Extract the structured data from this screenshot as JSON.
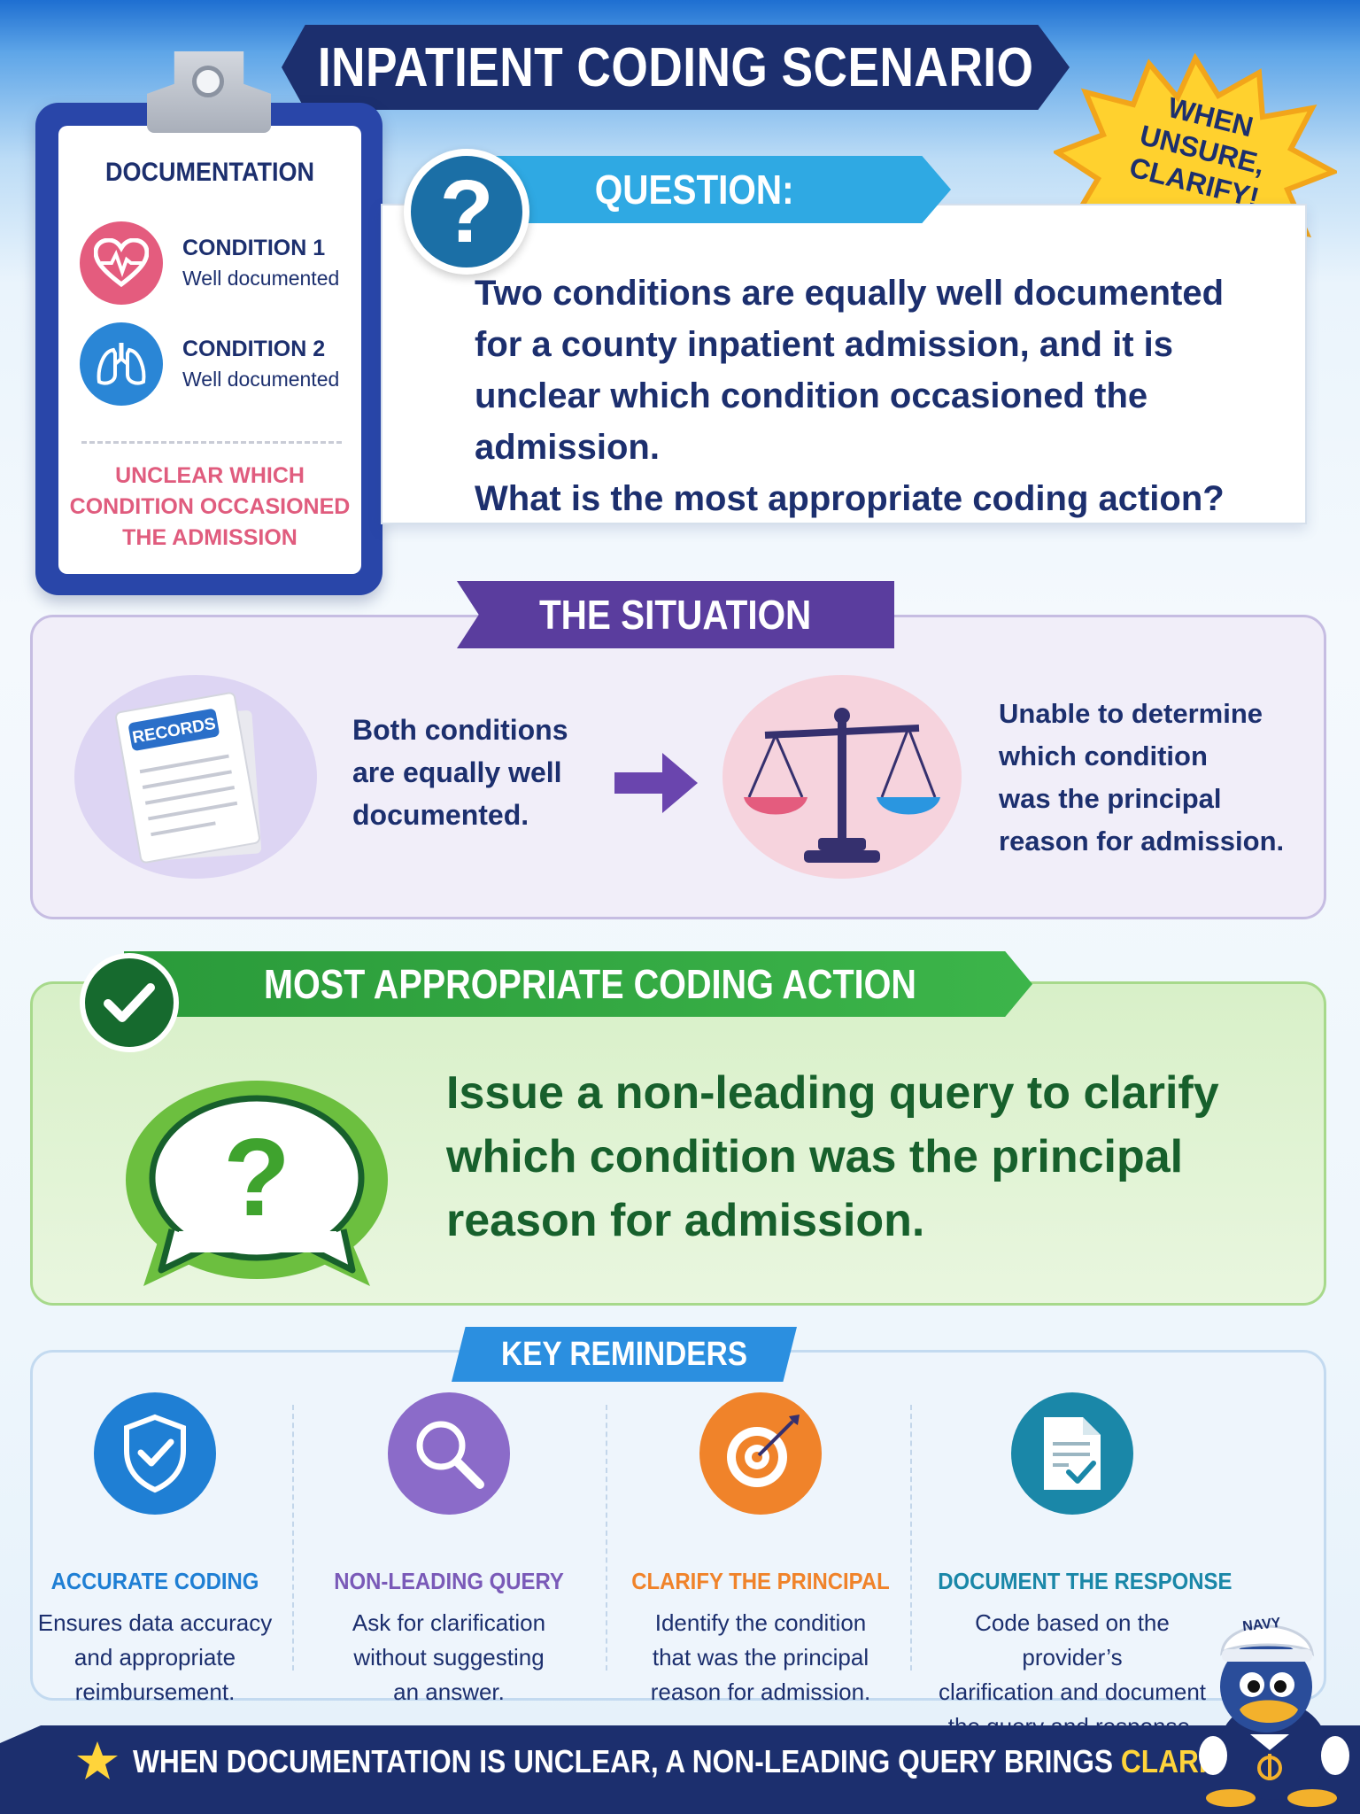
{
  "title": "INPATIENT CODING SCENARIO",
  "burst": {
    "line1": "WHEN UNSURE,",
    "line2": "CLARIFY!"
  },
  "clipboard": {
    "title": "DOCUMENTATION",
    "conditions": [
      {
        "name": "CONDITION 1",
        "status": "Well documented",
        "icon": "heart-pulse-icon",
        "color": "#e45c7e"
      },
      {
        "name": "CONDITION 2",
        "status": "Well documented",
        "icon": "lungs-icon",
        "color": "#2a86d6"
      }
    ],
    "unclear": [
      "UNCLEAR WHICH",
      "CONDITION OCCASIONED",
      "THE ADMISSION"
    ]
  },
  "question": {
    "label": "QUESTION:",
    "icon_glyph": "?",
    "lines": [
      "Two conditions are equally well documented",
      "for a county inpatient admission, and it is",
      "unclear which condition occasioned the admission.",
      "What is the most appropriate coding action?"
    ]
  },
  "situation": {
    "label": "THE SITUATION",
    "records_label": "RECORDS",
    "left_lines": [
      "Both conditions",
      "are equally well",
      "documented."
    ],
    "right_lines": [
      "Unable to determine",
      "which condition",
      "was the principal",
      "reason for admission."
    ]
  },
  "action": {
    "label": "MOST APPROPRIATE CODING ACTION",
    "bubble_glyph": "?",
    "lines": [
      "Issue a non-leading query to clarify",
      "which condition was the principal",
      "reason for admission."
    ]
  },
  "reminders": {
    "label": "KEY REMINDERS",
    "items": [
      {
        "title": "ACCURATE CODING",
        "body": [
          "Ensures data accuracy",
          "and appropriate",
          "reimbursement."
        ],
        "icon": "shield-check-icon",
        "color": "#1f7fd4"
      },
      {
        "title": "NON-LEADING QUERY",
        "body": [
          "Ask for clarification",
          "without suggesting",
          "an answer."
        ],
        "icon": "magnifier-icon",
        "color": "#8b6bc9"
      },
      {
        "title": "CLARIFY THE PRINCIPAL",
        "body": [
          "Identify the condition",
          "that was the principal",
          "reason for admission."
        ],
        "icon": "target-icon",
        "color": "#f0832a"
      },
      {
        "title": "DOCUMENT THE RESPONSE",
        "body": [
          "Code based on the provider’s",
          "clarification and document",
          "the query and response."
        ],
        "icon": "document-check-icon",
        "color": "#1a87a8"
      }
    ]
  },
  "footer": {
    "text": "WHEN DOCUMENTATION IS UNCLEAR, A NON-LEADING QUERY BRINGS ",
    "highlight": "CLARITY!"
  },
  "mascot": {
    "hat_text": "NAVY"
  }
}
